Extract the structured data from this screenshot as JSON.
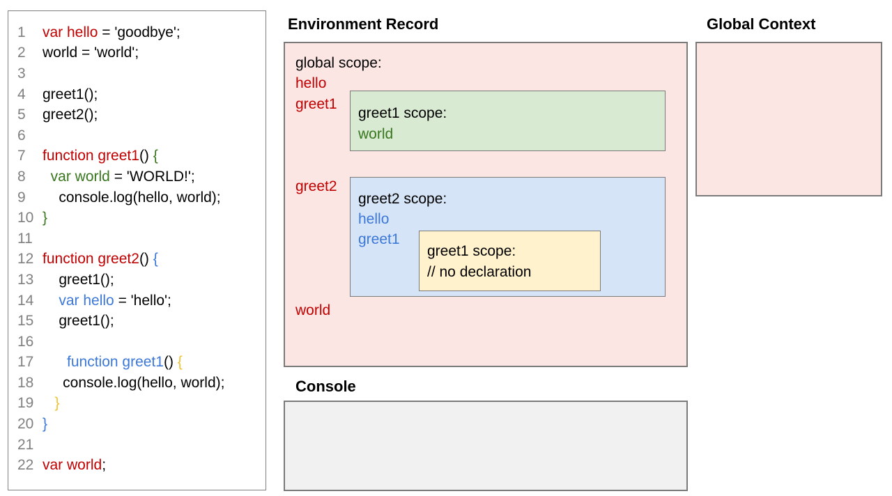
{
  "titles": {
    "environment_record": "Environment Record",
    "global_context": "Global Context",
    "console": "Console"
  },
  "colors": {
    "code_red": "#c00000",
    "code_green": "#38761d",
    "code_blue": "#3c78d8",
    "code_yellow": "#f1c232",
    "code_black": "#000000",
    "line_number_gray": "#808080",
    "global_scope_bg": "#fce6e4",
    "greet1_scope_bg": "#d9ead3",
    "greet2_scope_bg": "#d6e4f7",
    "greet1_inner_scope_bg": "#fff2cc",
    "global_context_bg": "#fce6e4",
    "console_bg": "#f1f1f1",
    "box_border": "#7a7a7a"
  },
  "code": {
    "lines": [
      {
        "n": "1",
        "tokens": [
          {
            "t": "var hello",
            "c": "red"
          },
          {
            "t": " = 'goodbye';",
            "c": "black"
          }
        ]
      },
      {
        "n": "2",
        "tokens": [
          {
            "t": "world = 'world';",
            "c": "black"
          }
        ]
      },
      {
        "n": "3",
        "tokens": []
      },
      {
        "n": "4",
        "tokens": [
          {
            "t": "greet1();",
            "c": "black"
          }
        ]
      },
      {
        "n": "5",
        "tokens": [
          {
            "t": "greet2();",
            "c": "black"
          }
        ]
      },
      {
        "n": "6",
        "tokens": []
      },
      {
        "n": "7",
        "tokens": [
          {
            "t": "function greet1",
            "c": "red"
          },
          {
            "t": "() ",
            "c": "black"
          },
          {
            "t": "{",
            "c": "green"
          }
        ]
      },
      {
        "n": "8",
        "tokens": [
          {
            "t": "  ",
            "c": "black"
          },
          {
            "t": "var world",
            "c": "green"
          },
          {
            "t": " = 'WORLD!';",
            "c": "black"
          }
        ]
      },
      {
        "n": "9",
        "tokens": [
          {
            "t": "    console.log(hello, world);",
            "c": "black"
          }
        ]
      },
      {
        "n": "10",
        "tokens": [
          {
            "t": "}",
            "c": "green"
          }
        ]
      },
      {
        "n": "11",
        "tokens": []
      },
      {
        "n": "12",
        "tokens": [
          {
            "t": "function greet2",
            "c": "red"
          },
          {
            "t": "() ",
            "c": "black"
          },
          {
            "t": "{",
            "c": "blue"
          }
        ]
      },
      {
        "n": "13",
        "tokens": [
          {
            "t": "    greet1();",
            "c": "black"
          }
        ]
      },
      {
        "n": "14",
        "tokens": [
          {
            "t": "    ",
            "c": "black"
          },
          {
            "t": "var hello",
            "c": "blue"
          },
          {
            "t": " = 'hello';",
            "c": "black"
          }
        ]
      },
      {
        "n": "15",
        "tokens": [
          {
            "t": "    greet1();",
            "c": "black"
          }
        ]
      },
      {
        "n": "16",
        "tokens": []
      },
      {
        "n": "17",
        "tokens": [
          {
            "t": "      ",
            "c": "black"
          },
          {
            "t": "function greet1",
            "c": "blue"
          },
          {
            "t": "() ",
            "c": "black"
          },
          {
            "t": "{",
            "c": "yellow"
          }
        ]
      },
      {
        "n": "18",
        "tokens": [
          {
            "t": "     console.log(hello, world);",
            "c": "black"
          }
        ]
      },
      {
        "n": "19",
        "tokens": [
          {
            "t": "   ",
            "c": "black"
          },
          {
            "t": "}",
            "c": "yellow"
          }
        ]
      },
      {
        "n": "20",
        "tokens": [
          {
            "t": "}",
            "c": "blue"
          }
        ]
      },
      {
        "n": "21",
        "tokens": []
      },
      {
        "n": "22",
        "tokens": [
          {
            "t": "var world",
            "c": "red"
          },
          {
            "t": ";",
            "c": "black"
          }
        ]
      }
    ]
  },
  "environment_record": {
    "global_scope": {
      "label": "global scope:",
      "hello": "hello",
      "greet1": "greet1",
      "greet2": "greet2",
      "world": "world"
    },
    "greet1_scope": {
      "label": "greet1 scope:",
      "world": "world"
    },
    "greet2_scope": {
      "label": "greet2 scope:",
      "hello": "hello",
      "greet1": "greet1"
    },
    "greet1_inner_scope": {
      "label": "greet1 scope:",
      "comment": "// no declaration"
    }
  },
  "global_context": {
    "content": ""
  },
  "console": {
    "content": ""
  }
}
